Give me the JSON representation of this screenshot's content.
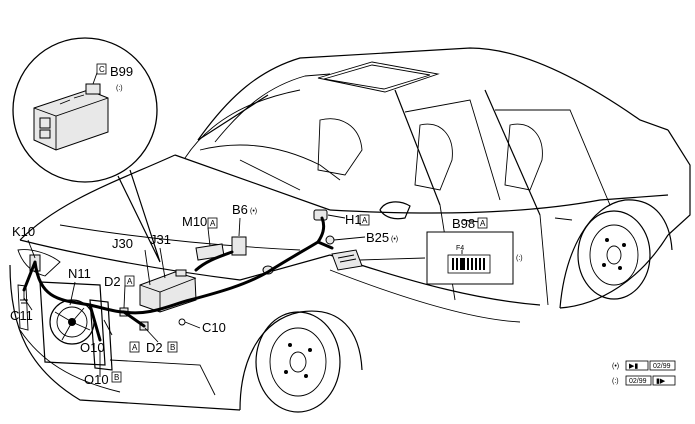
{
  "labels": {
    "b99": "B99",
    "b99_box": "C",
    "b99_sub": "(:)",
    "k10": "K10",
    "n11": "N11",
    "c11": "C11",
    "o10a": "O10",
    "o10a_box": "A",
    "o10b": "O10",
    "o10b_box": "B",
    "j30": "J30",
    "j31": "J31",
    "d2a": "D2",
    "d2a_box": "A",
    "d2b": "D2",
    "d2b_box": "B",
    "c10": "C10",
    "m10": "M10",
    "m10_box": "A",
    "b6": "B6",
    "b6_sub": "(•)",
    "h1": "H1",
    "h1_box": "A",
    "b25": "B25",
    "b25_sub": "(•)",
    "b98": "B98",
    "b98_box": "A",
    "f4": "F4",
    "b98_sub": "(:)"
  },
  "legend": {
    "dot_symbol": "(•)",
    "dot_value": "02/99",
    "dot_arrow": "▶▮",
    "colon_symbol": "(:)",
    "colon_value": "02/99",
    "colon_arrow": "▮▶"
  }
}
